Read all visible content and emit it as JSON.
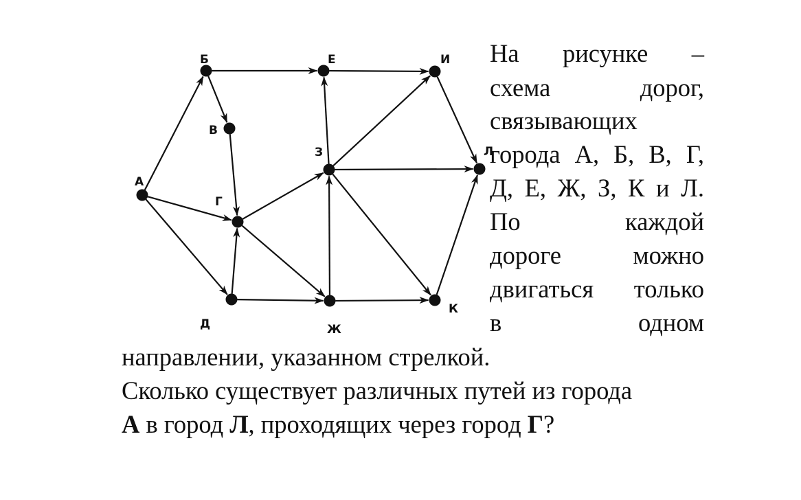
{
  "graph": {
    "nodes": [
      {
        "id": "A",
        "label": "А"
      },
      {
        "id": "B",
        "label": "Б"
      },
      {
        "id": "V",
        "label": "В"
      },
      {
        "id": "G",
        "label": "Г"
      },
      {
        "id": "D",
        "label": "Д"
      },
      {
        "id": "E",
        "label": "Е"
      },
      {
        "id": "Zh",
        "label": "Ж"
      },
      {
        "id": "Z",
        "label": "З"
      },
      {
        "id": "I",
        "label": "И"
      },
      {
        "id": "K",
        "label": "К"
      },
      {
        "id": "L",
        "label": "Л"
      }
    ],
    "edges": [
      [
        "A",
        "B"
      ],
      [
        "A",
        "G"
      ],
      [
        "A",
        "D"
      ],
      [
        "B",
        "V"
      ],
      [
        "B",
        "E"
      ],
      [
        "V",
        "G"
      ],
      [
        "G",
        "Z"
      ],
      [
        "G",
        "Zh"
      ],
      [
        "D",
        "G"
      ],
      [
        "D",
        "Zh"
      ],
      [
        "Zh",
        "Z"
      ],
      [
        "Zh",
        "K"
      ],
      [
        "Z",
        "E"
      ],
      [
        "Z",
        "I"
      ],
      [
        "Z",
        "L"
      ],
      [
        "Z",
        "K"
      ],
      [
        "E",
        "I"
      ],
      [
        "I",
        "L"
      ],
      [
        "K",
        "L"
      ]
    ]
  },
  "text": {
    "l1": "На рисунке –",
    "l2": "схема дорог,",
    "l3": "связывающих",
    "l4": "города А, Б, В, Г,",
    "l5": "Д, Е, Ж, З, К и Л.",
    "l6": "По каждой",
    "l7": "дороге можно",
    "l8": "двигаться только",
    "l9": "в одном",
    "l10": "направлении, указанном стрелкой.",
    "l11": "Сколько существует различных путей из города",
    "l12a": "А",
    "l12b": " в город ",
    "l12c": "Л",
    "l12d": ", проходящих через город ",
    "l12e": "Г",
    "l12f": "?"
  }
}
